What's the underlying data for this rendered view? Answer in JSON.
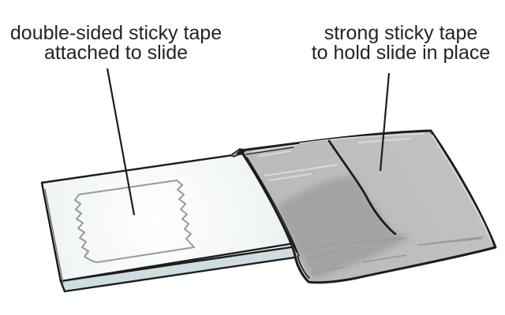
{
  "figure": {
    "background": "#ffffff",
    "labels": {
      "left": {
        "line1": "double-sided sticky tape",
        "line2": "attached to slide"
      },
      "right": {
        "line1": "strong sticky tape",
        "line2": "to hold slide in place"
      }
    }
  },
  "colors": {
    "outline": "#1d1d1b",
    "text": "#242424",
    "tape_fill": "#b9b9b9",
    "tape_fill_light": "#c2c2c2",
    "tape_shadow": "#9f9f9f",
    "streak_light": "#dcdcdc",
    "streak_dark": "#9c9c9c",
    "slide_center": "#ffffff",
    "slide_mid": "#f2f6f7",
    "slide_edge_tint": "#e2eaec",
    "slide_side": "#cfdde1",
    "ds_tape_outline": "#999999"
  }
}
